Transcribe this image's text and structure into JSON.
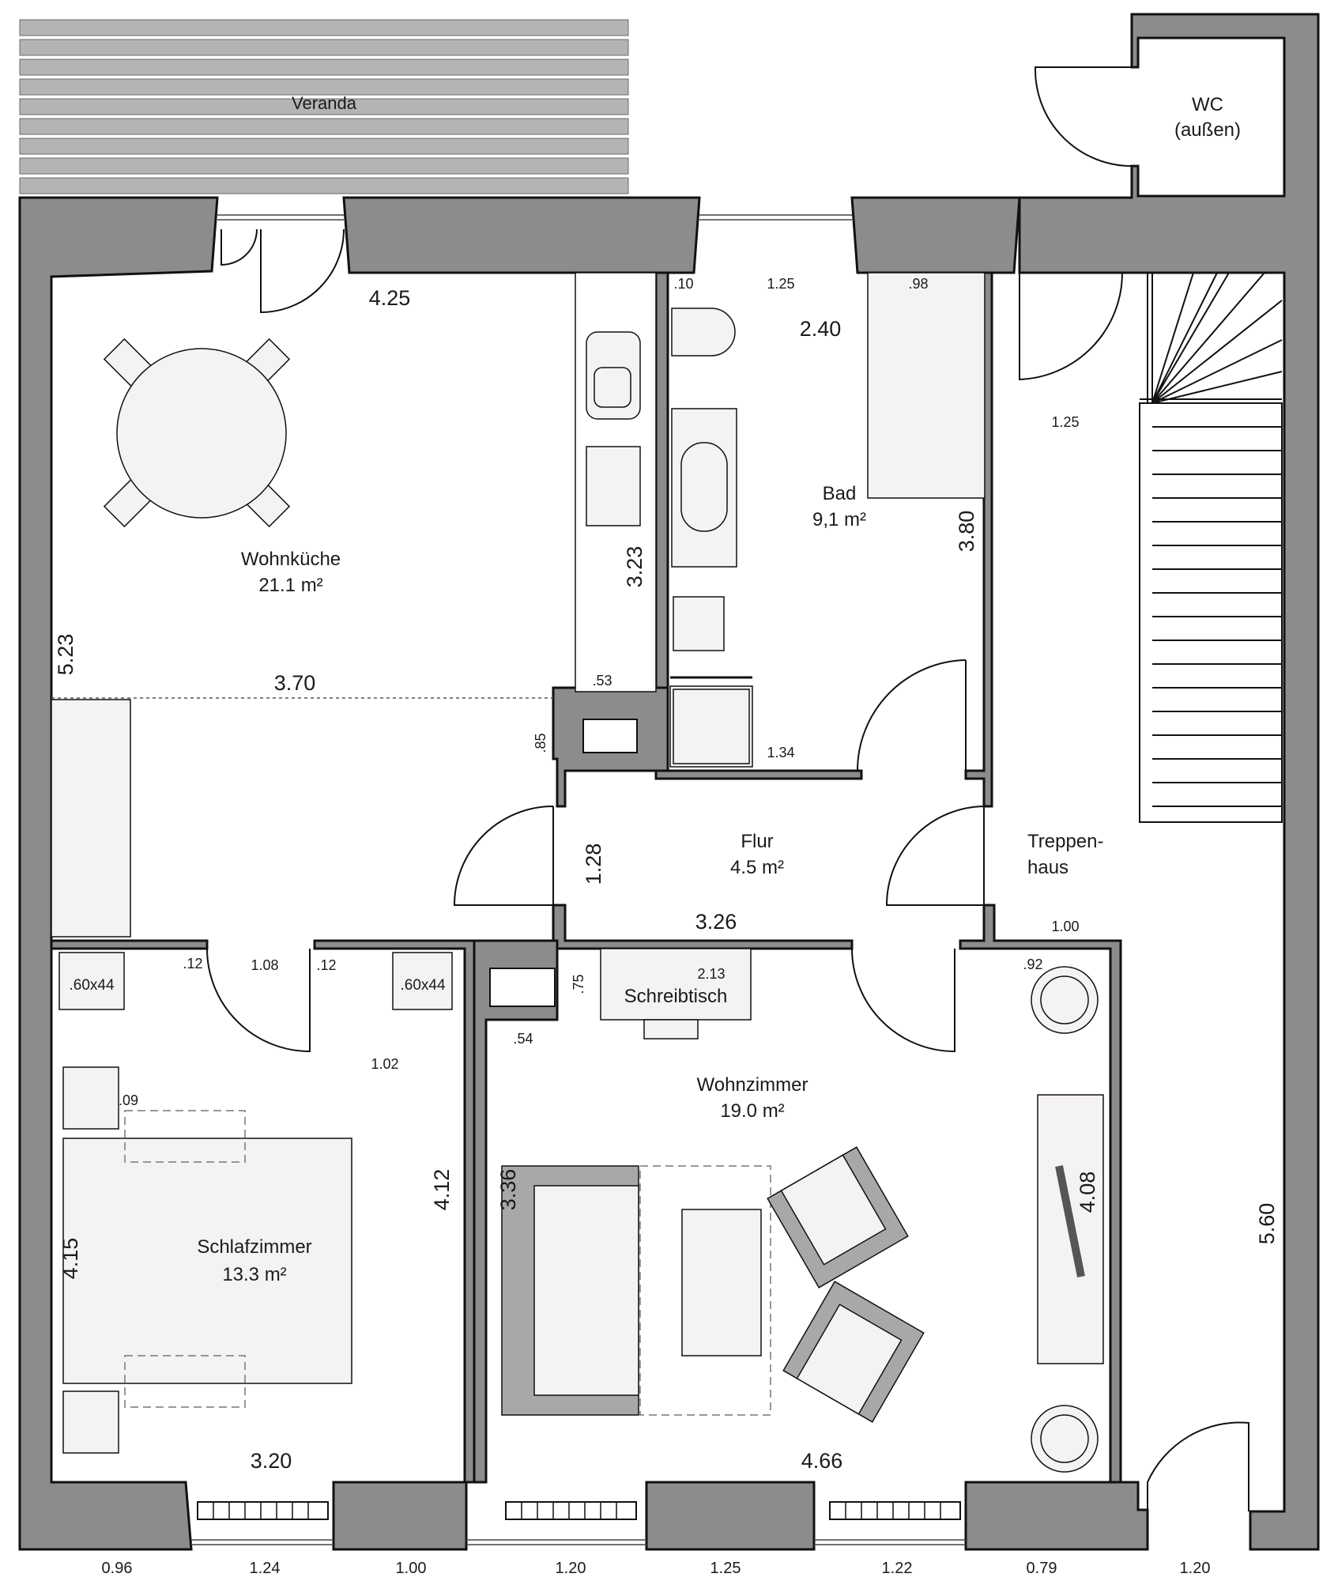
{
  "rooms": {
    "veranda": {
      "name": "Veranda"
    },
    "wc": {
      "name": "WC",
      "note": "(außen)"
    },
    "kitchen": {
      "name": "Wohnküche",
      "area": "21.1 m²"
    },
    "bath": {
      "name": "Bad",
      "area": "9,1 m²"
    },
    "hall": {
      "name": "Flur",
      "area": "4.5 m²"
    },
    "stairs": {
      "name_line1": "Treppen-",
      "name_line2": "haus"
    },
    "bedroom": {
      "name": "Schlafzimmer",
      "area": "13.3 m²"
    },
    "living": {
      "name": "Wohnzimmer",
      "area": "19.0 m²"
    }
  },
  "furniture": {
    "desk": "Schreibtisch",
    "nightstand_left": ".60x44",
    "nightstand_right": ".60x44"
  },
  "dims": {
    "kitchen_top": "4.25",
    "kitchen_height": "5.23",
    "kitchen_width": "3.70",
    "counter_height": "3.23",
    "counter_width": ".53",
    "shaft": ".85",
    "bath_a": ".10",
    "bath_b": "1.25",
    "bath_c": "2.40",
    "bath_d": ".98",
    "bath_height": "3.80",
    "bath_bottom": "1.34",
    "stair_width": "1.25",
    "hall_height": "1.28",
    "hall_width": "3.26",
    "stair_door": "1.00",
    "bed_a": ".12",
    "bed_door": "1.08",
    "bed_b": ".12",
    "bed_c": "1.02",
    "bed_d": ".09",
    "bed_height_right": "4.12",
    "bed_height_left": "4.15",
    "bed_width": "3.20",
    "liv_a": ".75",
    "liv_b": "2.13",
    "liv_c": ".54",
    "liv_d": ".92",
    "liv_height": "3.36",
    "liv_height_right": "4.08",
    "liv_width": "4.66",
    "stair_length": "5.60"
  },
  "bottom_dims": [
    "0.96",
    "1.24",
    "1.00",
    "1.20",
    "1.25",
    "1.22",
    "0.79",
    "1.20"
  ]
}
